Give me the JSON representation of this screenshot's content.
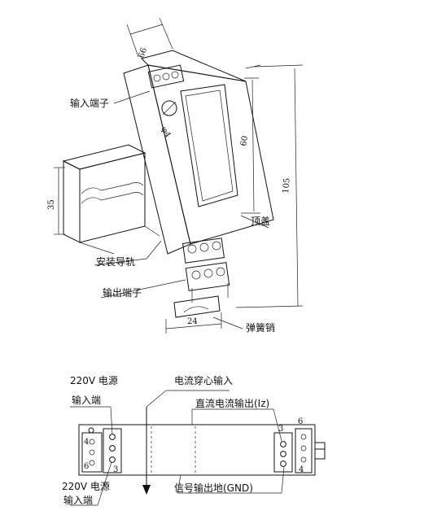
{
  "top_view": {
    "labels": {
      "input_terminal": "输入端子",
      "top_cover": "顶盖",
      "din_rail": "安装导轨",
      "output_terminal": "输出端子",
      "spring_pin": "弹簧销"
    },
    "dimensions": {
      "depth": "66",
      "hole": "φ4",
      "cover_height": "60",
      "total_height": "105",
      "rail_height": "35",
      "width": "24"
    }
  },
  "wiring_view": {
    "labels": {
      "power_line1": "220V 电源",
      "power_line2": "输入端",
      "power2_line1": "220V 电源",
      "power2_line2": "输入端",
      "current_through": "电流穿心输入",
      "dc_output": "直流电流输出(Iz)",
      "signal_ground": "信号输出地(GND)"
    },
    "pins": {
      "left_4": "4",
      "left_6": "6",
      "left_3": "3",
      "right_3": "3",
      "right_6": "6",
      "right_4": "4"
    }
  }
}
